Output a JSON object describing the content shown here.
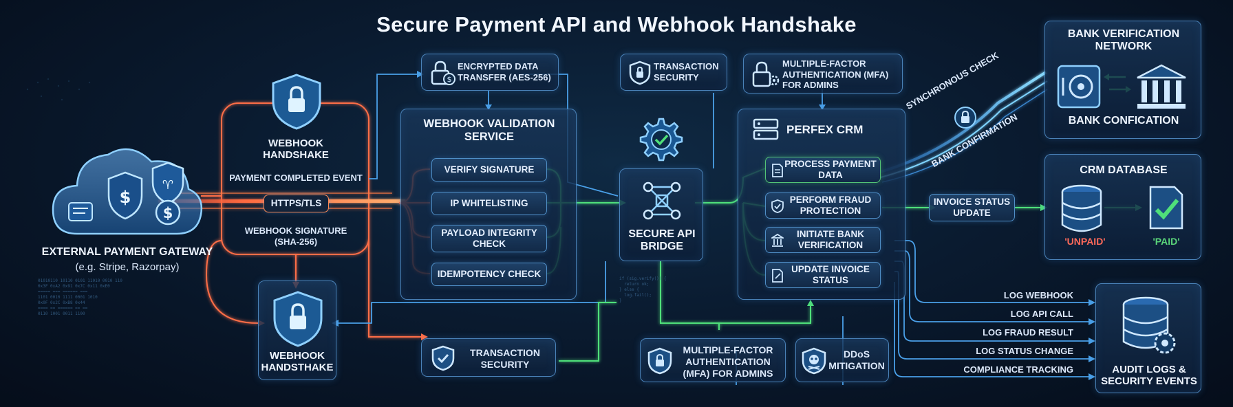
{
  "title": "Secure Payment API and Webhook Handshake",
  "gateway": {
    "label": "EXTERNAL PAYMENT GATEWAY",
    "sub": "(e.g. Stripe, Razorpay)"
  },
  "handshake_top": {
    "label": "WEBHOOK HANDSHAKE",
    "event": "PAYMENT COMPLETED EVENT",
    "protocol": "HTTPS/TLS",
    "signature": "WEBHOOK SIGNATURE (SHA-256)"
  },
  "handshake_bottom": {
    "label": "WEBHOOK HANDSTHAKE"
  },
  "encrypted": "ENCRYPTED DATA TRANSFER (AES-256)",
  "validation": {
    "title": "WEBHOOK VALIDATION SERVICE",
    "items": [
      "VERIFY SIGNATURE",
      "IP WHITELISTING",
      "PAYLOAD INTEGRITY CHECK",
      "IDEMPOTENCY CHECK"
    ]
  },
  "tx_security_top": "TRANSACTION SECURITY",
  "tx_security_bottom": "TRANSACTION SECURITY",
  "bridge": "SECURE API BRIDGE",
  "mfa_top": "MULTIPLE-FACTOR AUTHENTICATION (MFA) FOR ADMINS",
  "mfa_bottom": "MULTIPLE-FACTOR AUTHENTICATION (MFA) FOR ADMINS",
  "ddos": "DDoS MITIGATION",
  "crm": {
    "title": "PERFEX CRM",
    "items": [
      "PROCESS PAYMENT DATA",
      "PERFORM FRAUD PROTECTION",
      "INITIATE BANK VERIFICATION",
      "UPDATE INVOICE STATUS"
    ]
  },
  "sync_check": "SYNCHRONOUS CHECK",
  "bank_confirmation": "BANK CONFIRMATION",
  "bank": {
    "title": "BANK VERIFICATION NETWORK",
    "sub": "BANK CONFICATION"
  },
  "invoice_update": "INVOICE STATUS UPDATE",
  "crm_db": {
    "title": "CRM DATABASE",
    "unpaid": "'UNPAID'",
    "paid": "'PAID'"
  },
  "logs": [
    "LOG WEBHOOK",
    "LOG API CALL",
    "LOG FRAUD RESULT",
    "LOG STATUS CHANGE",
    "COMPLIANCE TRACKING"
  ],
  "audit": "AUDIT LOGS & SECURITY EVENTS",
  "colors": {
    "accent": "#4aa8ff",
    "orange": "#ff7a45",
    "green": "#4fe07a",
    "red": "#ff5a4a",
    "paid_green": "#5ad67a",
    "unpaid_red": "#ff6a5a"
  }
}
